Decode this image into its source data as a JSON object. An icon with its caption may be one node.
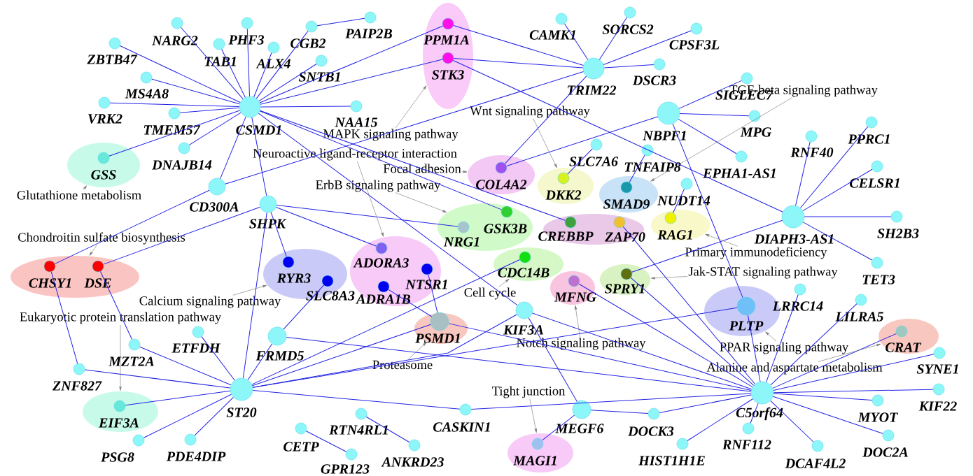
{
  "diagram": {
    "nodes": [
      {
        "text": [],
        "shape": "ellipse"
      },
      {
        "text": [],
        "shape": "ellipse"
      },
      {
        "text": [],
        "shape": "ellipse"
      },
      {
        "text": [],
        "shape": "ellipse"
      },
      {
        "text": [],
        "shape": "ellipse"
      },
      {
        "text": [],
        "shape": "ellipse"
      },
      {
        "text": [],
        "shape": "ellipse"
      },
      {
        "text": [],
        "shape": "ellipse"
      },
      {
        "text": [],
        "shape": "ellipse"
      },
      {
        "text": [],
        "shape": "ellipse"
      },
      {
        "text": [],
        "shape": "ellipse"
      },
      {
        "text": [],
        "shape": "ellipse"
      },
      {
        "text": [],
        "shape": "ellipse"
      },
      {
        "text": [],
        "shape": "ellipse"
      },
      {
        "text": [],
        "shape": "ellipse"
      },
      {
        "text": [],
        "shape": "ellipse"
      },
      {
        "text": [],
        "shape": "ellipse"
      },
      {
        "text": [],
        "shape": "ellipse"
      },
      {
        "text": [],
        "shape": "ellipse"
      },
      {
        "text": [
          "ZBTB47"
        ]
      },
      {
        "text": [
          "NARG2"
        ]
      },
      {
        "text": [
          "PHF3"
        ]
      },
      {
        "text": [
          "TAB1"
        ]
      },
      {
        "text": [
          "ALX4"
        ]
      },
      {
        "text": [
          "CGB2"
        ]
      },
      {
        "text": [
          "PAIP2B"
        ]
      },
      {
        "text": [
          "SNTB1"
        ]
      },
      {
        "text": [
          "MS4A8"
        ]
      },
      {
        "text": [
          "VRK2"
        ]
      },
      {
        "text": [
          "TMEM57"
        ]
      },
      {
        "text": [
          "CSMD1"
        ]
      },
      {
        "text": [
          "NAA15"
        ]
      },
      {
        "text": [
          "GSS"
        ],
        "in": 1
      },
      {
        "text": [
          "DNAJB14"
        ]
      },
      {
        "text": [
          "CD300A"
        ]
      },
      {
        "text": [
          "SHPK"
        ]
      },
      {
        "text": [
          "PPM1A"
        ],
        "in": 0
      },
      {
        "text": [
          "STK3"
        ],
        "in": 0
      },
      {
        "text": [
          "CAMK1"
        ]
      },
      {
        "text": [
          "SORCS2"
        ]
      },
      {
        "text": [
          "CPSF3L"
        ]
      },
      {
        "text": [
          "TRIM22"
        ]
      },
      {
        "text": [
          "DSCR3"
        ]
      },
      {
        "text": [
          "SIGLEC7"
        ]
      },
      {
        "text": [
          "NBPF1"
        ]
      },
      {
        "text": [
          "MPG"
        ]
      },
      {
        "text": [
          "COL4A2"
        ],
        "in": 6
      },
      {
        "text": [
          "SLC7A6"
        ]
      },
      {
        "text": [
          "TNFAIP8"
        ]
      },
      {
        "text": [
          "EPHA1-AS1"
        ]
      },
      {
        "text": [
          "DKK2"
        ],
        "in": 7
      },
      {
        "text": [
          "SMAD9"
        ],
        "in": 8
      },
      {
        "text": [
          "RNF40"
        ]
      },
      {
        "text": [
          "PPRC1"
        ]
      },
      {
        "text": [
          "NUDT14"
        ]
      },
      {
        "text": [
          "CELSR1"
        ]
      },
      {
        "text": [
          "GSK3B"
        ],
        "in": 9
      },
      {
        "text": [
          "NRG1"
        ],
        "in": 9
      },
      {
        "text": [
          "CREBBP"
        ],
        "in": 11
      },
      {
        "text": [
          "ZAP70"
        ],
        "in": 11
      },
      {
        "text": [
          "RAG1"
        ],
        "in": 12
      },
      {
        "text": [
          "DIAPH3-AS1"
        ]
      },
      {
        "text": [
          "SH2B3"
        ]
      },
      {
        "text": [
          "ADORA3"
        ],
        "in": 4
      },
      {
        "text": [
          "RYR3"
        ],
        "in": 5
      },
      {
        "text": [
          "SLC8A3"
        ],
        "in": 5
      },
      {
        "text": [
          "NTSR1"
        ],
        "in": 4
      },
      {
        "text": [
          "CDC14B"
        ],
        "in": 10
      },
      {
        "text": [
          "SPRY1"
        ],
        "in": 13
      },
      {
        "text": [
          "MFNG"
        ],
        "in": 14
      },
      {
        "text": [
          "ADRA1B"
        ],
        "in": 4
      },
      {
        "text": [
          "TET3"
        ]
      },
      {
        "text": [
          "CHSY1"
        ],
        "in": 2
      },
      {
        "text": [
          "DSE"
        ],
        "in": 2
      },
      {
        "text": [
          "PSMD1"
        ],
        "in": 15
      },
      {
        "text": [
          "KIF3A"
        ]
      },
      {
        "text": [
          "PLTP"
        ],
        "in": 17
      },
      {
        "text": [
          "LRRC14"
        ]
      },
      {
        "text": [
          "LILRA5"
        ]
      },
      {
        "text": [
          "CRAT"
        ],
        "in": 18
      },
      {
        "text": [
          "ETFDH"
        ]
      },
      {
        "text": [
          "FRMD5"
        ]
      },
      {
        "text": [
          "MZT2A"
        ]
      },
      {
        "text": [
          "SYNE1"
        ]
      },
      {
        "text": [
          "ZNF827"
        ]
      },
      {
        "text": [
          "ST20"
        ]
      },
      {
        "text": [
          "C5orf64"
        ]
      },
      {
        "text": [
          "KIF22"
        ]
      },
      {
        "text": [
          "MYOT"
        ]
      },
      {
        "text": [
          "EIF3A"
        ],
        "in": 3
      },
      {
        "text": [
          "CASKIN1"
        ]
      },
      {
        "text": [
          "MEGF6"
        ]
      },
      {
        "text": [
          "DOCK3"
        ]
      },
      {
        "text": [
          "RTN4RL1"
        ]
      },
      {
        "text": [
          "CETP"
        ]
      },
      {
        "text": [
          "GPR123"
        ]
      },
      {
        "text": [
          "ANKRD23"
        ]
      },
      {
        "text": [
          "MAGI1"
        ],
        "in": 16
      },
      {
        "text": [
          "RNF112"
        ]
      },
      {
        "text": [
          "HIST1H1E"
        ]
      },
      {
        "text": [
          "DCAF4L2"
        ]
      },
      {
        "text": [
          "DOC2A"
        ]
      },
      {
        "text": [
          "PSG8"
        ]
      },
      {
        "text": [
          "PDE4DIP"
        ]
      },
      {
        "text": [
          "MAPK signaling pathway"
        ]
      },
      {
        "text": [
          "Wnt signaling pathway"
        ]
      },
      {
        "text": [
          "TGF-beta signaling pathway"
        ]
      },
      {
        "text": [
          "Neuroactive ligand-receptor interaction"
        ]
      },
      {
        "text": [
          "Focal adhesion"
        ]
      },
      {
        "text": [
          "ErbB signaling pathway"
        ]
      },
      {
        "text": [
          "Glutathione metabolism"
        ]
      },
      {
        "text": [
          "Chondroitin sulfate biosynthesis"
        ]
      },
      {
        "text": [
          "Primary immunodeficiency"
        ]
      },
      {
        "text": [
          "Jak-STAT signaling pathway"
        ]
      },
      {
        "text": [
          "Cell cycle"
        ]
      },
      {
        "text": [
          "Calcium signaling pathway"
        ]
      },
      {
        "text": [
          "Eukaryotic protein translation pathway"
        ]
      },
      {
        "text": [
          "Proteasome"
        ]
      },
      {
        "text": [
          "Notch signaling pathway"
        ]
      },
      {
        "text": [
          "PPAR signaling pathway"
        ]
      },
      {
        "text": [
          "Alanine and aspartate metabolism"
        ]
      },
      {
        "text": [
          "Tight junction"
        ]
      }
    ],
    "edges": [
      {
        "from": 30,
        "to": 19,
        "arrow": "none"
      },
      {
        "from": 30,
        "to": 20,
        "arrow": "none"
      },
      {
        "from": 30,
        "to": 21,
        "arrow": "none"
      },
      {
        "from": 30,
        "to": 22,
        "arrow": "none"
      },
      {
        "from": 30,
        "to": 23,
        "arrow": "none"
      },
      {
        "from": 30,
        "to": 24,
        "arrow": "none"
      },
      {
        "from": 30,
        "to": 26,
        "arrow": "none"
      },
      {
        "from": 30,
        "to": 27,
        "arrow": "none"
      },
      {
        "from": 30,
        "to": 28,
        "arrow": "none"
      },
      {
        "from": 30,
        "to": 29,
        "arrow": "none"
      },
      {
        "from": 30,
        "to": 31,
        "arrow": "none"
      },
      {
        "from": 30,
        "to": 32,
        "arrow": "none"
      },
      {
        "from": 30,
        "to": 33,
        "arrow": "none"
      },
      {
        "from": 30,
        "to": 34,
        "arrow": "none"
      },
      {
        "from": 30,
        "to": 35,
        "arrow": "none"
      },
      {
        "from": 30,
        "to": 36,
        "arrow": "none"
      },
      {
        "from": 30,
        "to": 37,
        "arrow": "none"
      },
      {
        "from": 30,
        "to": 56,
        "arrow": "none"
      },
      {
        "from": 30,
        "to": 58,
        "arrow": "none"
      },
      {
        "from": 30,
        "to": 75,
        "arrow": "none"
      },
      {
        "from": 24,
        "to": 25,
        "arrow": "none"
      },
      {
        "from": 36,
        "to": 41,
        "arrow": "none"
      },
      {
        "from": 37,
        "to": 41,
        "arrow": "none"
      },
      {
        "from": 37,
        "to": 61,
        "arrow": "none"
      },
      {
        "from": 41,
        "to": 38,
        "arrow": "none"
      },
      {
        "from": 41,
        "to": 39,
        "arrow": "none"
      },
      {
        "from": 41,
        "to": 40,
        "arrow": "none"
      },
      {
        "from": 41,
        "to": 42,
        "arrow": "none"
      },
      {
        "from": 34,
        "to": 41,
        "arrow": "none"
      },
      {
        "from": 41,
        "to": 46,
        "arrow": "none"
      },
      {
        "from": 46,
        "to": 44,
        "arrow": "none"
      },
      {
        "from": 44,
        "to": 43,
        "arrow": "none"
      },
      {
        "from": 44,
        "to": 45,
        "arrow": "none"
      },
      {
        "from": 44,
        "to": 49,
        "arrow": "none"
      },
      {
        "from": 44,
        "to": 76,
        "arrow": "none"
      },
      {
        "from": 61,
        "to": 52,
        "arrow": "none"
      },
      {
        "from": 61,
        "to": 53,
        "arrow": "none"
      },
      {
        "from": 61,
        "to": 55,
        "arrow": "none"
      },
      {
        "from": 61,
        "to": 62,
        "arrow": "none"
      },
      {
        "from": 61,
        "to": 71,
        "arrow": "none"
      },
      {
        "from": 61,
        "to": 68,
        "arrow": "none"
      },
      {
        "from": 60,
        "to": 54,
        "arrow": "none"
      },
      {
        "from": 51,
        "to": 48,
        "arrow": "none"
      },
      {
        "from": 50,
        "to": 47,
        "arrow": "none"
      },
      {
        "from": 35,
        "to": 57,
        "arrow": "none"
      },
      {
        "from": 35,
        "to": 63,
        "arrow": "none"
      },
      {
        "from": 35,
        "to": 64,
        "arrow": "none"
      },
      {
        "from": 35,
        "to": 85,
        "arrow": "none"
      },
      {
        "from": 35,
        "to": 73,
        "arrow": "none"
      },
      {
        "from": 34,
        "to": 72,
        "arrow": "none"
      },
      {
        "from": 72,
        "to": 84,
        "arrow": "none"
      },
      {
        "from": 73,
        "to": 82,
        "arrow": "none"
      },
      {
        "from": 85,
        "to": 84,
        "arrow": "none"
      },
      {
        "from": 85,
        "to": 82,
        "arrow": "none"
      },
      {
        "from": 85,
        "to": 80,
        "arrow": "none"
      },
      {
        "from": 85,
        "to": 81,
        "arrow": "none"
      },
      {
        "from": 85,
        "to": 89,
        "arrow": "none"
      },
      {
        "from": 85,
        "to": 102,
        "arrow": "none"
      },
      {
        "from": 85,
        "to": 103,
        "arrow": "none"
      },
      {
        "from": 85,
        "to": 67,
        "arrow": "none"
      },
      {
        "from": 85,
        "to": 74,
        "arrow": "none"
      },
      {
        "from": 85,
        "to": 75,
        "arrow": "none"
      },
      {
        "from": 85,
        "to": 76,
        "arrow": "none"
      },
      {
        "from": 85,
        "to": 90,
        "arrow": "none"
      },
      {
        "from": 81,
        "to": 65,
        "arrow": "none"
      },
      {
        "from": 81,
        "to": 86,
        "arrow": "none"
      },
      {
        "from": 70,
        "to": 74,
        "arrow": "none"
      },
      {
        "from": 66,
        "to": 74,
        "arrow": "none"
      },
      {
        "from": 74,
        "to": 86,
        "arrow": "none"
      },
      {
        "from": 75,
        "to": 86,
        "arrow": "none"
      },
      {
        "from": 75,
        "to": 91,
        "arrow": "none"
      },
      {
        "from": 90,
        "to": 86,
        "arrow": "none"
      },
      {
        "from": 91,
        "to": 92,
        "arrow": "none"
      },
      {
        "from": 91,
        "to": 97,
        "arrow": "none"
      },
      {
        "from": 92,
        "to": 86,
        "arrow": "none"
      },
      {
        "from": 76,
        "to": 86,
        "arrow": "none"
      },
      {
        "from": 86,
        "to": 77,
        "arrow": "none"
      },
      {
        "from": 86,
        "to": 78,
        "arrow": "none"
      },
      {
        "from": 86,
        "to": 79,
        "arrow": "none"
      },
      {
        "from": 86,
        "to": 83,
        "arrow": "none"
      },
      {
        "from": 86,
        "to": 87,
        "arrow": "none"
      },
      {
        "from": 86,
        "to": 88,
        "arrow": "none"
      },
      {
        "from": 86,
        "to": 101,
        "arrow": "none"
      },
      {
        "from": 86,
        "to": 100,
        "arrow": "none"
      },
      {
        "from": 86,
        "to": 98,
        "arrow": "none"
      },
      {
        "from": 86,
        "to": 99,
        "arrow": "none"
      },
      {
        "from": 86,
        "to": 69,
        "arrow": "none"
      },
      {
        "from": 86,
        "to": 59,
        "arrow": "none"
      },
      {
        "from": 86,
        "to": 68,
        "arrow": "none"
      },
      {
        "from": 94,
        "to": 95,
        "arrow": "none"
      },
      {
        "from": 93,
        "to": 96,
        "arrow": "none"
      },
      {
        "from": 104,
        "to": 0,
        "arrow": "to",
        "color": "#707070"
      },
      {
        "from": 105,
        "to": 7,
        "arrow": "to",
        "color": "#707070"
      },
      {
        "from": 106,
        "to": 8,
        "arrow": "to",
        "color": "#707070"
      },
      {
        "from": 107,
        "to": 4,
        "arrow": "to",
        "color": "#707070"
      },
      {
        "from": 108,
        "to": 6,
        "arrow": "to",
        "color": "#707070"
      },
      {
        "from": 109,
        "to": 9,
        "arrow": "to",
        "color": "#707070"
      },
      {
        "from": 110,
        "to": 1,
        "arrow": "to",
        "color": "#707070"
      },
      {
        "from": 111,
        "to": 2,
        "arrow": "to",
        "color": "#707070"
      },
      {
        "from": 112,
        "to": 12,
        "arrow": "to",
        "color": "#707070"
      },
      {
        "from": 113,
        "to": 13,
        "arrow": "to",
        "color": "#707070"
      },
      {
        "from": 114,
        "to": 10,
        "arrow": "to",
        "color": "#707070"
      },
      {
        "from": 115,
        "to": 5,
        "arrow": "to",
        "color": "#707070"
      },
      {
        "from": 116,
        "to": 3,
        "arrow": "to",
        "color": "#707070"
      },
      {
        "from": 117,
        "to": 15,
        "arrow": "to",
        "color": "#707070"
      },
      {
        "from": 118,
        "to": 14,
        "arrow": "to",
        "color": "#707070"
      },
      {
        "from": 119,
        "to": 17,
        "arrow": "to",
        "color": "#707070"
      },
      {
        "from": 120,
        "to": 18,
        "arrow": "to",
        "color": "#707070"
      },
      {
        "from": 121,
        "to": 16,
        "arrow": "to",
        "color": "#707070"
      }
    ]
  }
}
